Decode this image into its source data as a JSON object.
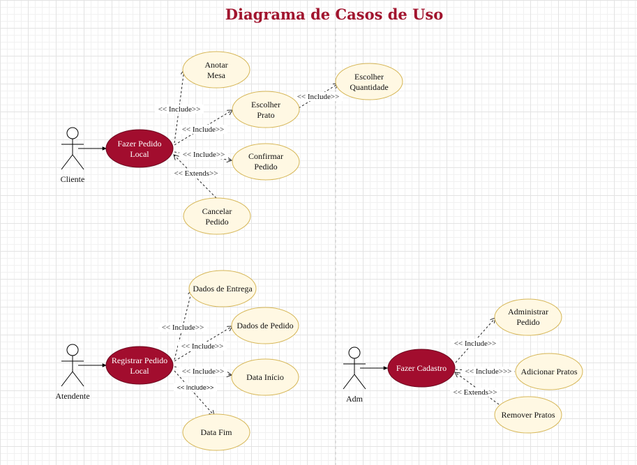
{
  "title": "Diagrama de Casos de Uso",
  "actors": {
    "cliente": "Cliente",
    "atendente": "Atendente",
    "adm": "Adm"
  },
  "main_use_cases": {
    "fazer_pedido_local": [
      "Fazer Pedido",
      "Local"
    ],
    "registrar_pedido_local": [
      "Registrar Pedido",
      "Local"
    ],
    "fazer_cadastro": [
      "Fazer Cadastro"
    ]
  },
  "use_cases": {
    "anotar_mesa": [
      "Anotar",
      "Mesa"
    ],
    "escolher_prato": [
      "Escolher",
      "Prato"
    ],
    "escolher_quantidade": [
      "Escolher",
      "Quantidade"
    ],
    "confirmar_pedido": [
      "Confirmar",
      "Pedido"
    ],
    "cancelar_pedido": [
      "Cancelar",
      "Pedido"
    ],
    "dados_de_entrega": [
      "Dados de Entrega"
    ],
    "dados_de_pedido": [
      "Dados de Pedido"
    ],
    "data_inicio": [
      "Data Início"
    ],
    "data_fim": [
      "Data Fim"
    ],
    "administrar_pedido": [
      "Administrar",
      "Pedido"
    ],
    "adicionar_pratos": [
      "Adicionar Pratos"
    ],
    "remover_pratos": [
      "Remover Pratos"
    ]
  },
  "relations": {
    "include_anotar": "<< Include>>",
    "include_prato": "<< Include>>",
    "include_quantidade": "<< Include>>",
    "include_confirmar": "<< Include>>",
    "extends_cancelar": "<< Extends>>",
    "include_entrega": "<< Include>>",
    "include_dados_pedido": "<< Include>>",
    "include_inicio": "<< Include>>",
    "include_fim": "<< Include>>",
    "include_administrar": "<< Include>>",
    "include_adicionar": "<< Include>>>",
    "extends_remover": "<< Extends>>"
  },
  "colors": {
    "title": "#a1142e",
    "main_fill": "#a20d2e",
    "use_case_fill": "#fff8e3",
    "use_case_stroke": "#d6b656"
  }
}
